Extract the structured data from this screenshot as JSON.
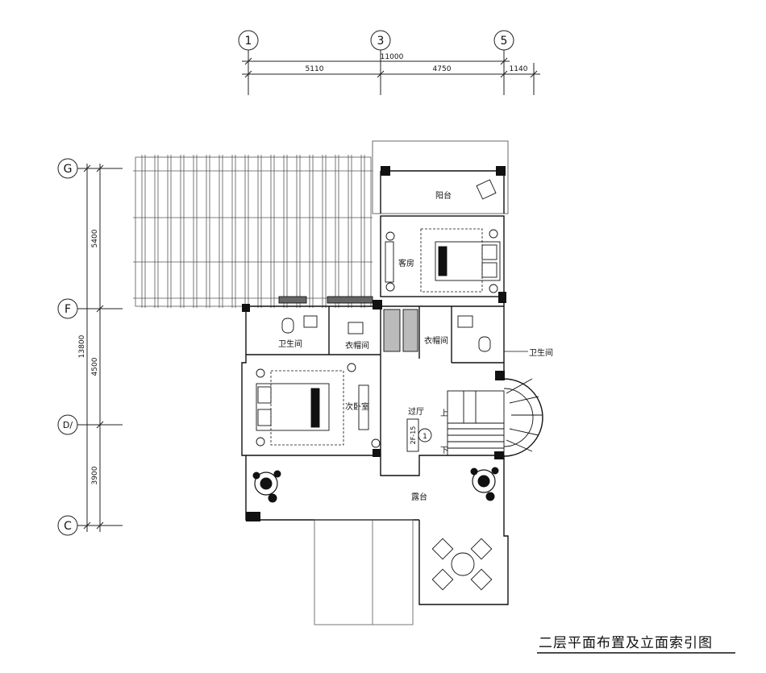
{
  "title": "二层平面布置及立面索引图",
  "axes_top": [
    "1",
    "3",
    "5"
  ],
  "axes_left": [
    "G",
    "F",
    "D/",
    "C"
  ],
  "dims_top": {
    "total": "11000",
    "seg1": "5110",
    "seg2": "4750",
    "seg3": "1140"
  },
  "dims_left": {
    "total": "13800",
    "seg1": "5400",
    "seg2": "4500",
    "seg3": "3900"
  },
  "rooms": {
    "balcony": "阳台",
    "guest_room": "客房",
    "bathroom_left": "卫生间",
    "closet_left": "衣帽间",
    "closet_right": "衣帽间",
    "bathroom_right": "卫生间",
    "second_bedroom": "次卧室",
    "corridor": "过厅",
    "terrace": "露台"
  },
  "stairs": {
    "up": "上",
    "down": "下"
  },
  "elevation_index": {
    "code": "2F-15",
    "number": "1"
  }
}
